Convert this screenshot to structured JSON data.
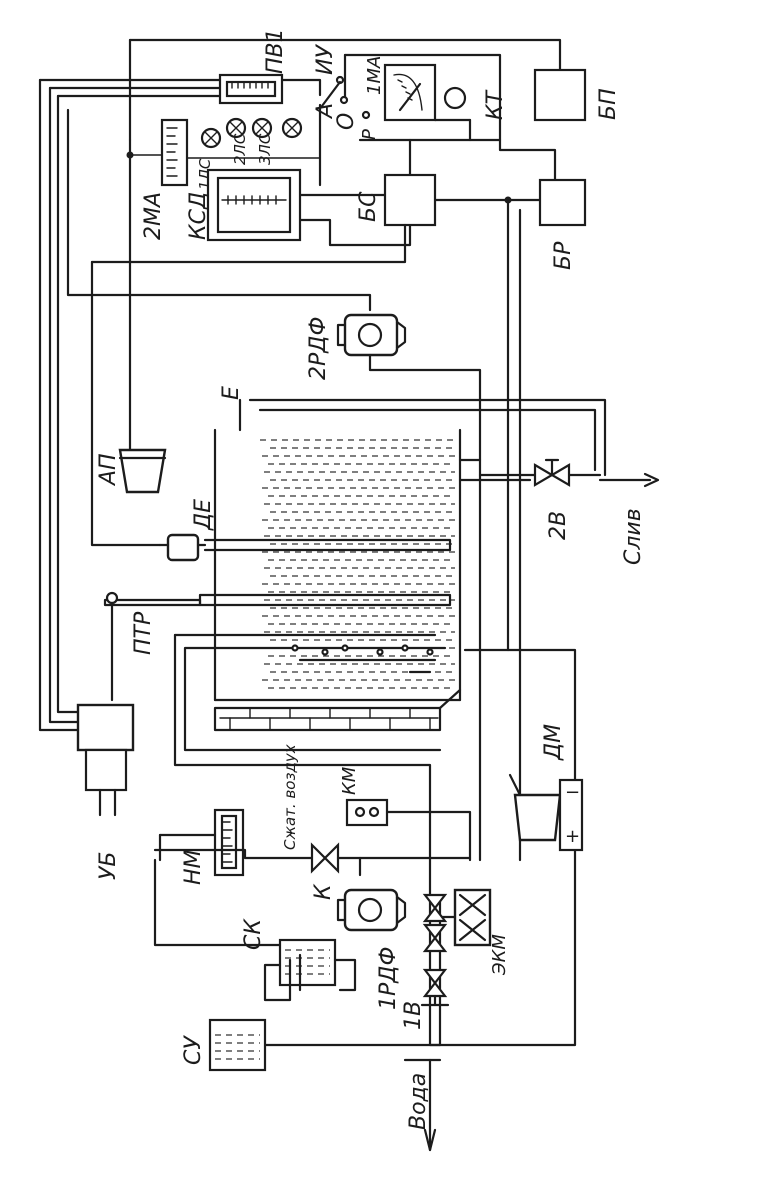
{
  "labels": {
    "pv1": "ПВ1",
    "iu": "ИУ",
    "a": "А",
    "o": "О",
    "r": "Р",
    "one_ma": "1МА",
    "kt": "КТ",
    "bp": "БП",
    "lamp1": "1ЛС",
    "lamp2": "2ЛС",
    "lamp3": "3ЛС",
    "two_ma": "2МА",
    "ksd": "КСД",
    "bs": "БС",
    "br": "БР",
    "two_rdf": "2РДФ",
    "e": "Е",
    "ap": "АП",
    "de": "ДЕ",
    "two_v": "2В",
    "sliv": "Слив",
    "ptr": "ПТР",
    "dm": "ДМ",
    "ub": "УБ",
    "km": "КМ",
    "compressed_air": "Сжат. воздух",
    "nm": "НМ",
    "k": "К",
    "ekm": "ЭКМ",
    "one_rdf": "1РДФ",
    "sk": "СК",
    "one_v": "1В",
    "su": "СУ",
    "voda": "Вода",
    "plus": "+",
    "minus": "−"
  }
}
